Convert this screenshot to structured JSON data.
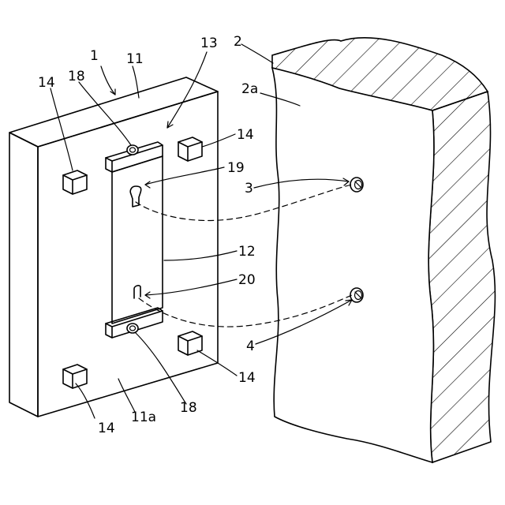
{
  "labels": {
    "device": "1",
    "wall": "2",
    "wall_surface": "2a",
    "screw_upper": "3",
    "screw_lower": "4",
    "housing": "11",
    "housing_back": "11a",
    "plate": "12",
    "bracket": "13",
    "spacer_top_left": "14",
    "spacer_top_right": "14",
    "spacer_bottom_right": "14",
    "spacer_bottom_left": "14",
    "fastener_upper": "18",
    "fastener_lower": "18",
    "keyhole": "19",
    "slot": "20"
  }
}
